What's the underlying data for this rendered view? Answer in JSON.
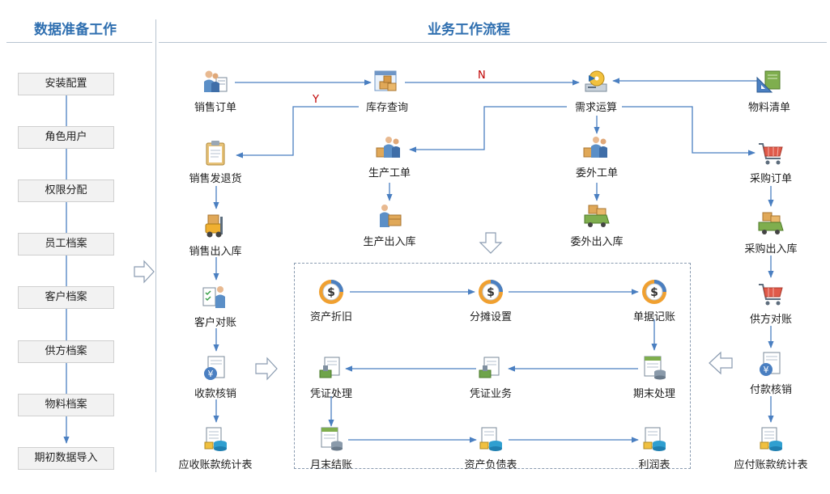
{
  "titles": {
    "left": "数据准备工作",
    "right": "业务工作流程"
  },
  "prep_steps": [
    "安装配置",
    "角色用户",
    "权限分配",
    "员工档案",
    "客户档案",
    "供方档案",
    "物料档案",
    "期初数据导入"
  ],
  "nodes": {
    "sales_order": "销售订单",
    "inventory_query": "库存查询",
    "demand_calc": "需求运算",
    "bom": "物料清单",
    "sales_return": "销售发退货",
    "production_order": "生产工单",
    "outsource_order": "委外工单",
    "purchase_order": "采购订单",
    "production_in": "生产出入库",
    "outsource_in": "委外出入库",
    "sales_out": "销售出入库",
    "purchase_in": "采购出入库",
    "customer_recon": "客户对账",
    "supplier_recon": "供方对账",
    "receipt_writeoff": "收款核销",
    "payment_writeoff": "付款核销",
    "ar_report": "应收账款统计表",
    "ap_report": "应付账款统计表",
    "asset_depr": "资产折旧",
    "allocation": "分摊设置",
    "doc_posting": "单据记账",
    "voucher_proc": "凭证处理",
    "voucher_biz": "凭证业务",
    "period_end": "期末处理",
    "month_close": "月末结账",
    "balance_sheet": "资产负债表",
    "income_stmt": "利润表"
  },
  "decision_labels": {
    "yes": "Y",
    "no": "N"
  },
  "icons": {
    "sales_order": "people-document-icon",
    "inventory_query": "boxes-window-icon",
    "demand_calc": "cd-computer-icon",
    "bom": "ruler-book-icon",
    "sales_return": "clipboard-icon",
    "production_order": "workers-boxes-icon",
    "outsource_order": "workers-boxes-icon",
    "purchase_order": "shopping-cart-icon",
    "production_in": "worker-box-icon",
    "outsource_in": "truck-boxes-icon",
    "sales_out": "forklift-icon",
    "purchase_in": "truck-boxes-icon",
    "customer_recon": "people-checklist-icon",
    "supplier_recon": "shopping-cart-icon",
    "receipt_writeoff": "yen-document-icon",
    "payment_writeoff": "yen-document-icon",
    "ar_report": "report-database-icon",
    "ap_report": "report-database-icon",
    "asset_depr": "dollar-coin-icon",
    "allocation": "dollar-coin-icon",
    "doc_posting": "dollar-coin-icon",
    "voucher_proc": "voucher-stamp-icon",
    "voucher_biz": "voucher-stamp-icon",
    "period_end": "sheet-database-icon",
    "month_close": "sheet-database-icon",
    "balance_sheet": "report-database-icon",
    "income_stmt": "report-database-icon"
  },
  "colors": {
    "title": "#2f6fb0",
    "line": "#4a7fc1",
    "mark": "#c00000"
  }
}
